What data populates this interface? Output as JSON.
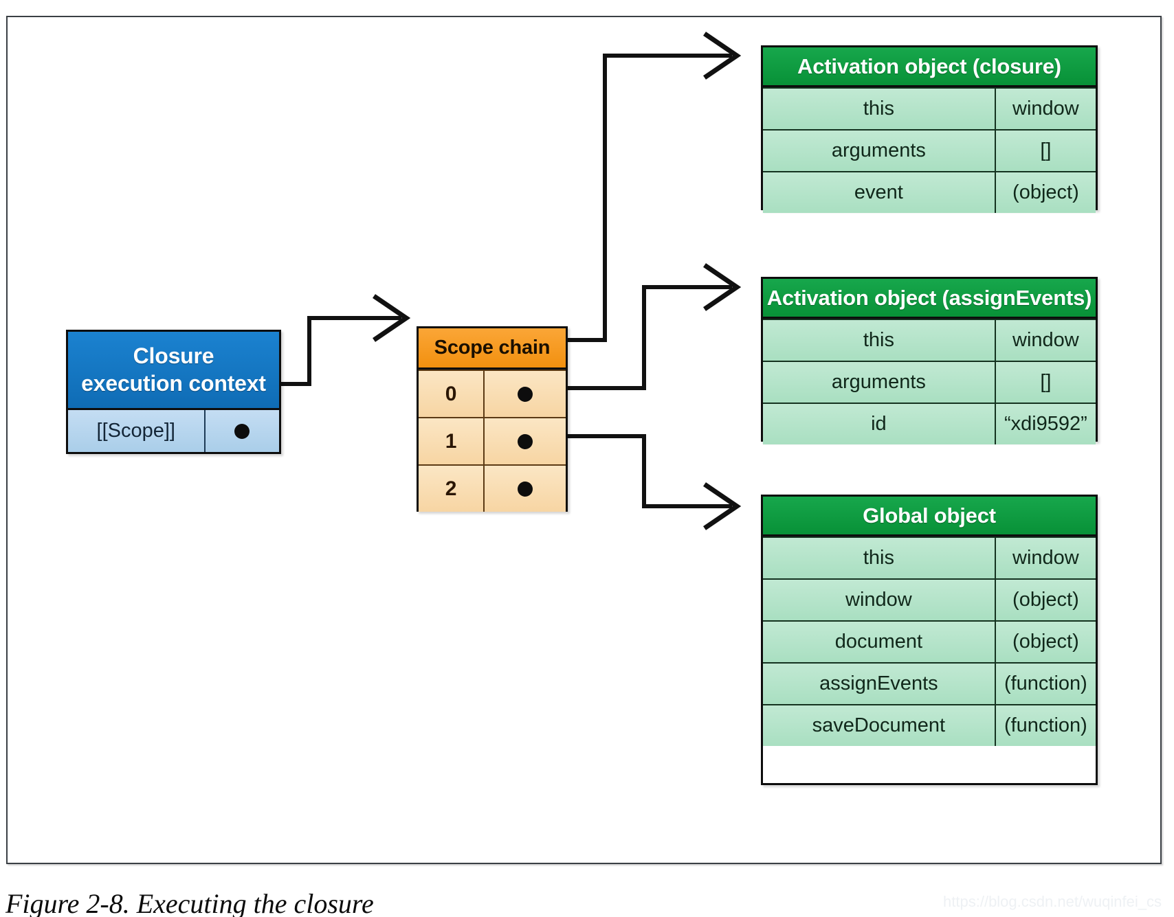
{
  "figure": {
    "caption": "Figure 2-8. Executing the closure",
    "watermark": "https://blog.csdn.net/wuqinfei_cs"
  },
  "colors": {
    "green_header": "#0d9f44",
    "green_row": "#b2e3c8",
    "blue_header": "#1273bd",
    "blue_row": "#b6d4ee",
    "orange_header": "#f59b1c",
    "orange_row": "#fadfb4",
    "stroke": "#111111"
  },
  "closure_context": {
    "title_line1": "Closure",
    "title_line2": "execution context",
    "rows": [
      {
        "key": "[[Scope]]",
        "value": "pointer-dot"
      }
    ]
  },
  "scope_chain": {
    "title": "Scope chain",
    "rows": [
      {
        "index": "0",
        "value": "pointer-dot"
      },
      {
        "index": "1",
        "value": "pointer-dot"
      },
      {
        "index": "2",
        "value": "pointer-dot"
      }
    ]
  },
  "activation_object_closure": {
    "title": "Activation object (closure)",
    "rows": [
      {
        "key": "this",
        "value": "window"
      },
      {
        "key": "arguments",
        "value": "[]"
      },
      {
        "key": "event",
        "value": "(object)"
      }
    ]
  },
  "activation_object_assignevents": {
    "title": "Activation object (assignEvents)",
    "rows": [
      {
        "key": "this",
        "value": "window"
      },
      {
        "key": "arguments",
        "value": "[]"
      },
      {
        "key": "id",
        "value": "“xdi9592”"
      }
    ]
  },
  "global_object": {
    "title": "Global object",
    "rows": [
      {
        "key": "this",
        "value": "window"
      },
      {
        "key": "window",
        "value": "(object)"
      },
      {
        "key": "document",
        "value": "(object)"
      },
      {
        "key": "assignEvents",
        "value": "(function)"
      },
      {
        "key": "saveDocument",
        "value": "(function)"
      }
    ]
  },
  "connections": [
    {
      "from": "closure-context-scope-dot",
      "to": "scope-chain-header"
    },
    {
      "from": "scope-chain-slot-0",
      "to": "activation-object-closure"
    },
    {
      "from": "scope-chain-slot-1",
      "to": "activation-object-assignevents"
    },
    {
      "from": "scope-chain-slot-2",
      "to": "global-object"
    }
  ]
}
